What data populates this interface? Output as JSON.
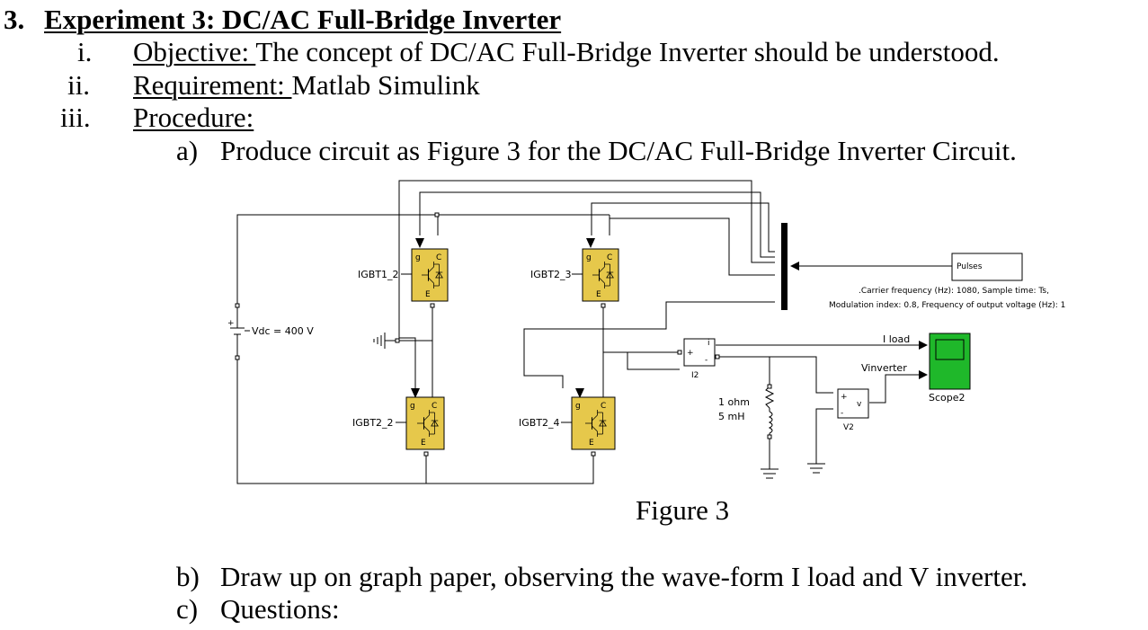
{
  "section": {
    "number": "3.",
    "title": "Experiment 3: DC/AC Full-Bridge Inverter"
  },
  "items": [
    {
      "numeral": "i.",
      "label": "Objective: ",
      "text": "The concept of DC/AC Full-Bridge Inverter should be understood."
    },
    {
      "numeral": "ii.",
      "label": "Requirement: ",
      "text": "Matlab Simulink"
    },
    {
      "numeral": "iii.",
      "label": "Procedure:",
      "text": ""
    }
  ],
  "steps": [
    {
      "letter": "a)",
      "text": "Produce circuit as Figure 3 for the DC/AC Full-Bridge Inverter Circuit."
    },
    {
      "letter": "b)",
      "text": "Draw up on graph paper, observing the wave-form I load and V inverter."
    },
    {
      "letter": "c)",
      "text": "Questions:"
    }
  ],
  "figure": {
    "caption": "Figure 3",
    "igbt_labels": [
      "IGBT1_2",
      "IGBT2_3",
      "IGBT2_2",
      "IGBT2_4"
    ],
    "igbt_pins": {
      "gate": "g",
      "collector": "C",
      "emitter": "E"
    },
    "source_label": "Vdc = 400 V",
    "source_signs": {
      "plus": "+",
      "minus": "-"
    },
    "pulses_label": "Pulses",
    "pulses_params": [
      ".Carrier frequency (Hz): 1080, Sample time: Ts,",
      "Modulation index: 0.8, Frequency of output voltage (Hz): 1"
    ],
    "current_meter": {
      "name": "I2",
      "port": "i"
    },
    "voltage_meter": {
      "name": "V2",
      "port": "v"
    },
    "load_r": "1 ohm",
    "load_l": "5 mH",
    "signal_iload": "I load",
    "signal_vinv": "Vinverter",
    "scope_label": "Scope2",
    "colors": {
      "igbt_fill": "#E6C84B",
      "scope_fill": "#1FB82A",
      "wire": "#000000"
    }
  }
}
